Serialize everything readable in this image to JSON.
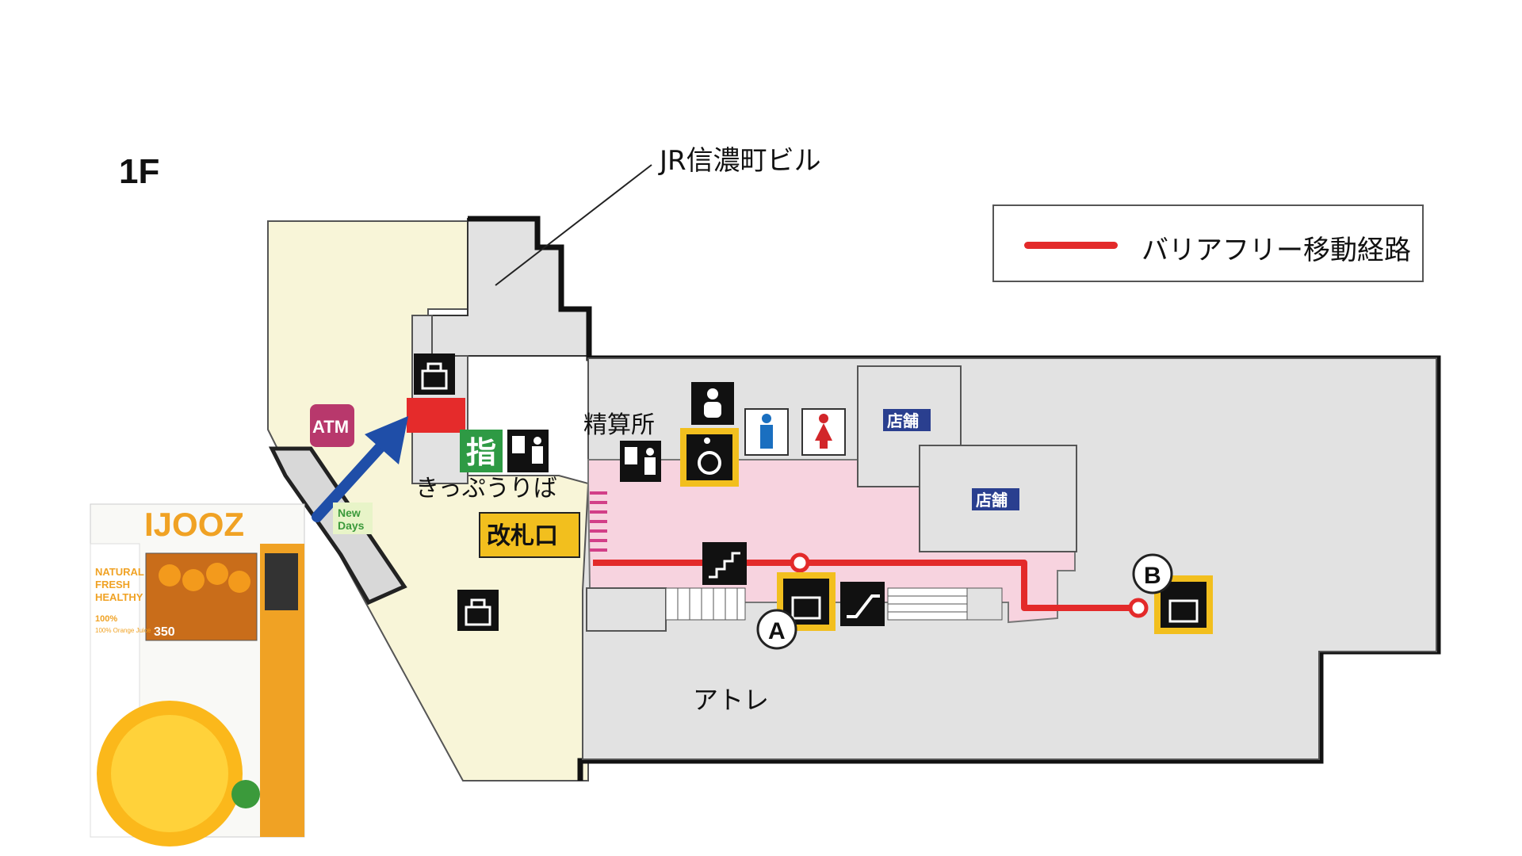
{
  "map": {
    "floor": "1F",
    "building_name": "JR信濃町ビル",
    "legend": {
      "route_label": "バリアフリー移動経路",
      "route_color": "#e32a2a"
    },
    "labels": {
      "seisanjo": "精算所",
      "kippu": "きっぷうりば",
      "kaisatsu": "改札口",
      "shop1": "店舗",
      "shop2": "店舗",
      "atre": "アトレ",
      "atm": "ATM",
      "reserved": "指",
      "newdays_line1": "New",
      "newdays_line2": "Days",
      "elevator_a": "A",
      "elevator_b": "B"
    },
    "colors": {
      "station_area": "#f8f5d8",
      "concourse": "#f7d3df",
      "building": "#e2e2e2",
      "accent_yellow": "#f2bf1e",
      "shop_blue": "#2a3f8f",
      "atm_pink": "#b8386c",
      "reserved_green": "#2e9a44",
      "marker_red": "#e52b2b",
      "arrow_blue": "#1f4ea8"
    },
    "icons": [
      "locker-icon",
      "ticket-machine-icon",
      "baby-care-icon",
      "wheelchair-icon",
      "male-restroom-icon",
      "female-restroom-icon",
      "stair-lift-icon",
      "elevator-icon",
      "escalator-icon"
    ]
  },
  "vending_machine": {
    "brand": "IJOOZ",
    "side_line1": "NATURAL",
    "side_line2": "FRESH",
    "side_line3": "HEALTHY",
    "price": "350",
    "badge_pct": "100%",
    "badge_text": "100% Orange Juice"
  }
}
